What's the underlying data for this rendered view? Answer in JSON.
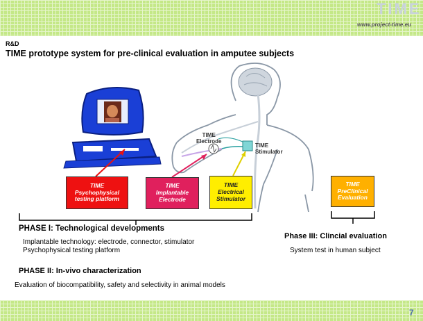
{
  "header": {
    "logo_text": "TIME",
    "url": "www.project-time.eu",
    "section": "R&D",
    "title": "TIME prototype system for pre-clinical evaluation in amputee subjects"
  },
  "diagram": {
    "box_psychophysical": "TIME\nPsychophysical\ntesting platform",
    "box_implantable": "TIME\nImplantable\nElectrode",
    "box_electrical": "TIME\nElectrical\nStimulator",
    "box_preclinical": "TIME\nPreClinical\nEvaluation",
    "label_electrode": "TIME\nElectrode",
    "label_stimulator": "TIME\nStimulator"
  },
  "phase1": {
    "heading": "PHASE I:  Technological developments",
    "line1": "Implantable technology: electrode, connector, stimulator",
    "line2": "Psychophysical testing platform"
  },
  "phase2": {
    "heading": "PHASE II: In-vivo characterization",
    "line1": "Evaluation of biocompatibility, safety and selectivity in animal models"
  },
  "phase3": {
    "heading": "Phase III: Clincial evaluation",
    "line1": "System test in human subject"
  },
  "footer": {
    "page_number": "7"
  },
  "colors": {
    "band": "#c4e887",
    "psychophysical": "#ee1111",
    "implantable": "#e0205d",
    "electrical": "#ffee00",
    "preclinical": "#ffb000",
    "computer": "#1a3fd6"
  }
}
